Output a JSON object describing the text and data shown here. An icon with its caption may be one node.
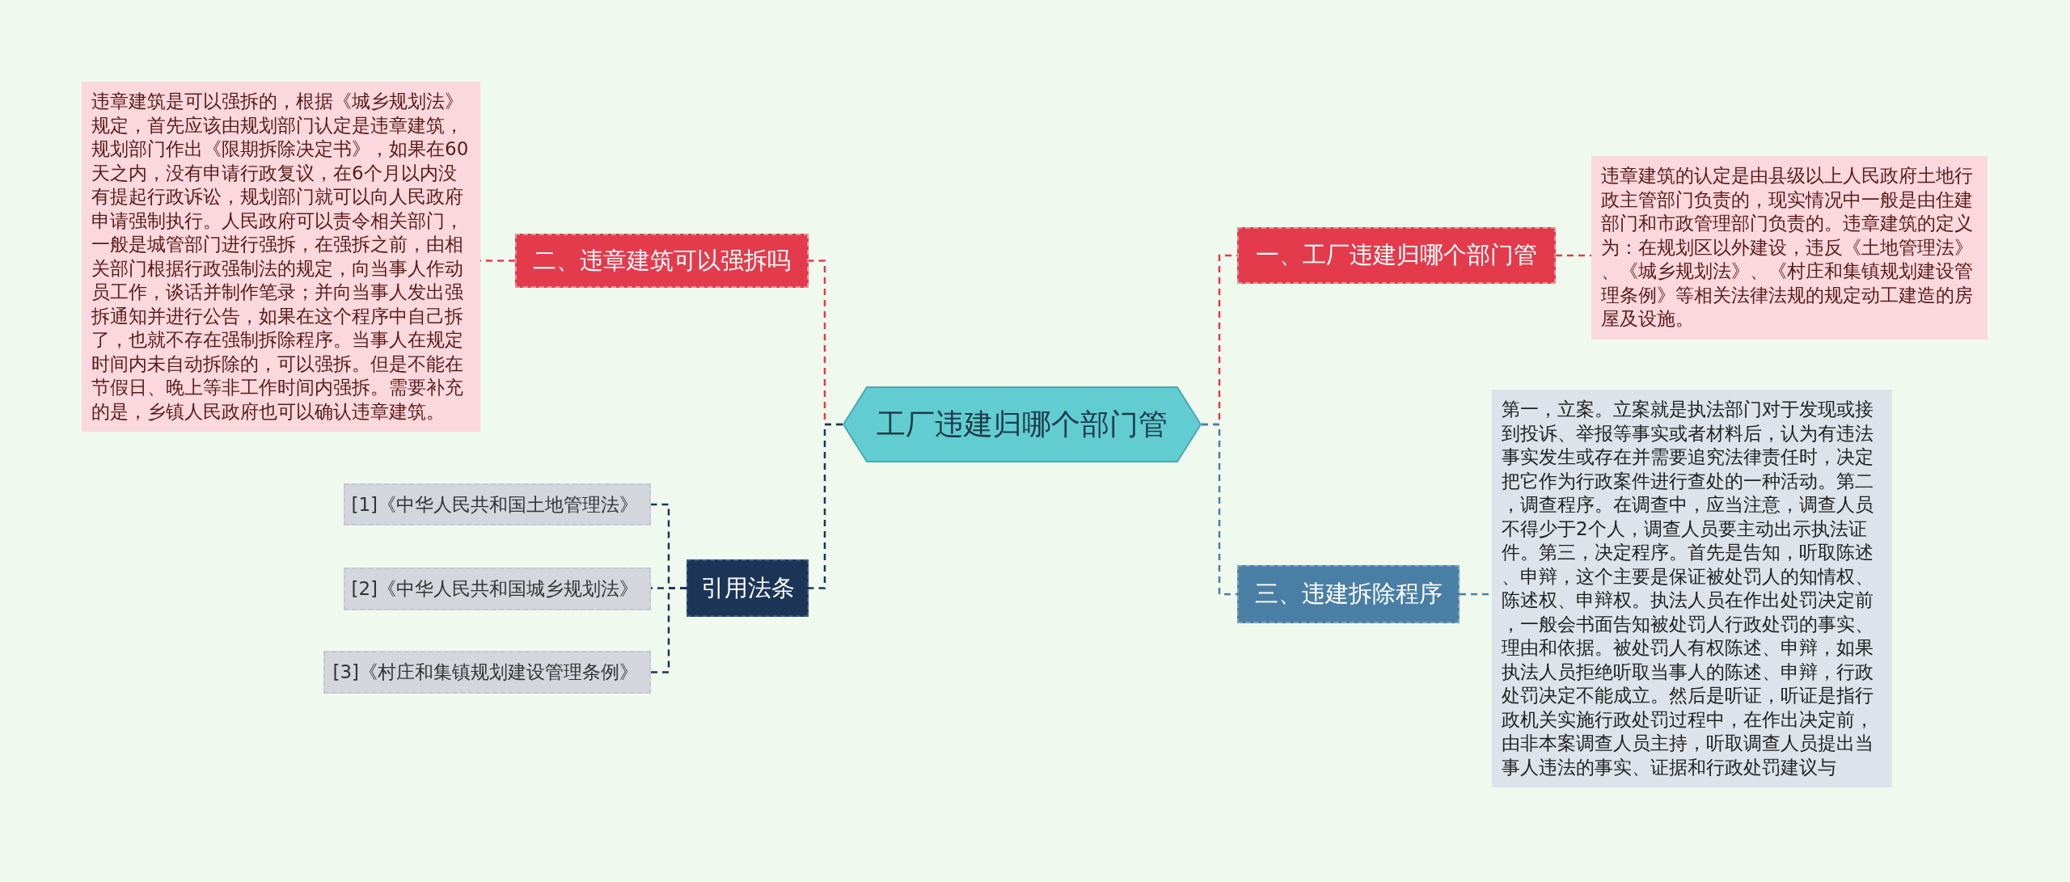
{
  "diagram": {
    "nodes": [
      {
        "text": [
          "工厂违建归哪个部门管"
        ]
      },
      {
        "text": [
          "二、违章建筑可以强拆吗"
        ]
      },
      {
        "text": [
          "违章建筑是可以强拆的，根据《城乡规划法》规定，首先应该由规划部门认定是违章建筑，规划部门作出《限期拆除决定书》，如果在60天之内，没有申请行政复议，在6个月以内没有提起行政诉讼，规划部门就可以向人民政府申请强制执行。人民政府可以责令相关部门，一般是城管部门进行强拆，在强拆之前，由相关部门根据行政强制法的规定，向当事人作动员工作，谈话并制作笔录；并向当事人发出强拆通知并进行公告，如果在这个程序中自己拆了，也就不存在强制拆除程序。当事人在规定时间内未自动拆除的，可以强拆。但是不能在节假日、晚上等非工作时间内强拆。需要补充的是，乡镇人民政府也可以确认违章建筑。"
        ]
      },
      {
        "text": [
          "引用法条"
        ]
      },
      {
        "text": [
          "[1]《中华人民共和国土地管理法》"
        ]
      },
      {
        "text": [
          "[2]《中华人民共和国城乡规划法》"
        ]
      },
      {
        "text": [
          "[3]《村庄和集镇规划建设管理条例》"
        ]
      },
      {
        "text": [
          "一、工厂违建归哪个部门管"
        ]
      },
      {
        "text": [
          "违章建筑的认定是由县级以上人民政府土地行政主管部门负责的，现实情况中一般是由住建部门和市政管理部门负责的。违章建筑的定义为：在规划区以外建设，违反《土地管理法》、《城乡规划法》、《村庄和集镇规划建设管理条例》等相关法律法规的规定动工建造的房屋及设施。"
        ]
      },
      {
        "text": [
          "三、违建拆除程序"
        ]
      },
      {
        "text": [
          "第一，立案。立案就是执法部门对于发现或接到投诉、举报等事实或者材料后，认为有违法事实发生或存在并需要追究法律责任时，决定把它作为行政案件进行查处的一种活动。第二，调查程序。在调查中，应当注意，调查人员不得少于2个人，调查人员要主动出示执法证件。第三，决定程序。首先是告知，听取陈述、申辩，这个主要是保证被处罚人的知情权、陈述权、申辩权。执法人员在作出处罚决定前，一般会书面告知被处罚人行政处罚的事实、理由和依据。被处罚人有权陈述、申辩，如果执法人员拒绝听取当事人的陈述、申辩，行政处罚决定不能成立。然后是听证，听证是指行政机关实施行政处罚过程中，在作出决定前，由非本案调查人员主持，听取调查人员提出当事人违法的事实、证据和行政处罚建议与"
        ]
      }
    ],
    "edges": [
      {
        "from": 0,
        "to": 1,
        "arrow": "none",
        "style": "dashed",
        "color": "#e33b4c"
      },
      {
        "from": 1,
        "to": 2,
        "arrow": "none",
        "style": "dashed",
        "color": "#e33b4c"
      },
      {
        "from": 0,
        "to": 3,
        "arrow": "none",
        "style": "dashed",
        "color": "#1c3557"
      },
      {
        "from": 3,
        "to": 4,
        "arrow": "none",
        "style": "dashed",
        "color": "#1c3557"
      },
      {
        "from": 3,
        "to": 5,
        "arrow": "none",
        "style": "dashed",
        "color": "#1c3557"
      },
      {
        "from": 3,
        "to": 6,
        "arrow": "none",
        "style": "dashed",
        "color": "#1c3557"
      },
      {
        "from": 0,
        "to": 7,
        "arrow": "none",
        "style": "dashed",
        "color": "#e33b4c"
      },
      {
        "from": 7,
        "to": 8,
        "arrow": "none",
        "style": "dashed",
        "color": "#e33b4c"
      },
      {
        "from": 0,
        "to": 9,
        "arrow": "none",
        "style": "dashed",
        "color": "#4a7fa5"
      },
      {
        "from": 9,
        "to": 10,
        "arrow": "none",
        "style": "dashed",
        "color": "#4a7fa5"
      }
    ]
  }
}
